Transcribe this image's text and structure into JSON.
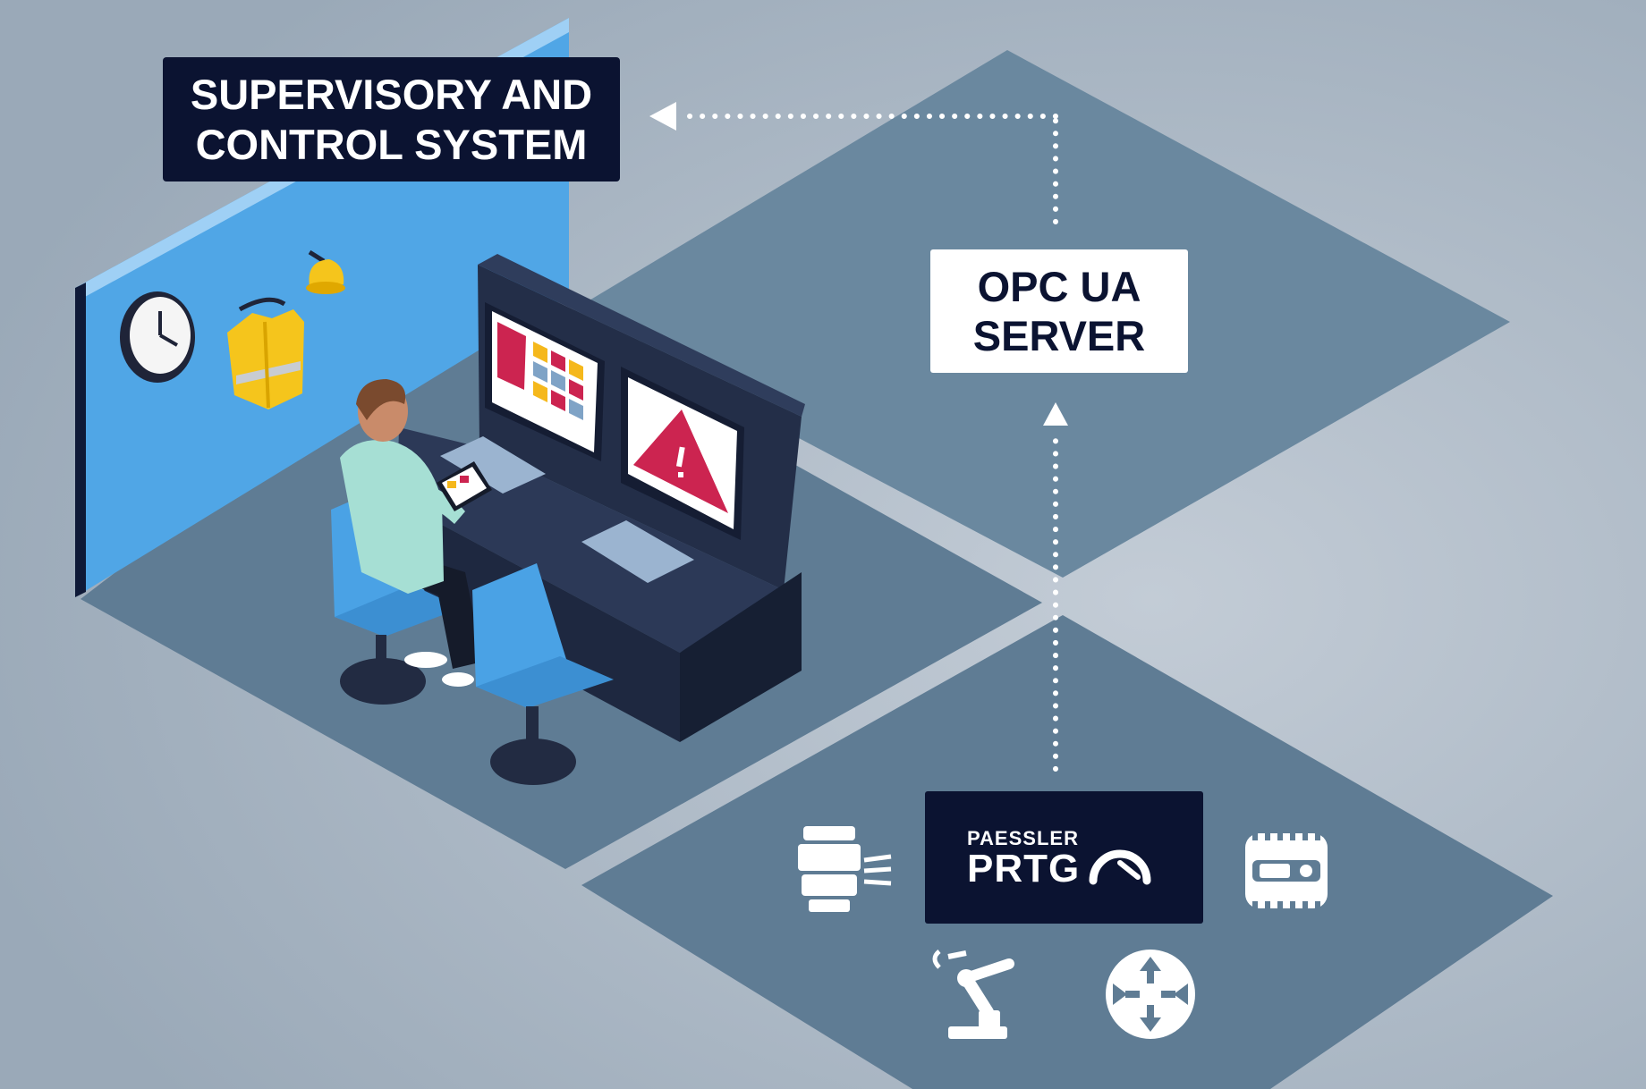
{
  "labels": {
    "supervisory_line1": "SUPERVISORY AND",
    "supervisory_line2": "CONTROL SYSTEM",
    "opc_line1": "OPC UA",
    "opc_line2": "SERVER",
    "prtg_brand_small": "PAESSLER",
    "prtg_brand_big": "PRTG"
  },
  "icons": [
    "clock-icon",
    "hard-hat-icon",
    "safety-vest-icon",
    "printer-icon",
    "plc-device-icon",
    "robot-arm-icon",
    "router-icon",
    "warning-triangle-icon",
    "gauge-icon"
  ],
  "colors": {
    "background": "#a6b3c0",
    "floor": "#5f7c94",
    "wall": "#50a6e6",
    "label_dark": "#0b1331",
    "console": "#232e48",
    "alert": "#cc2450",
    "chair": "#4aa2e5"
  }
}
